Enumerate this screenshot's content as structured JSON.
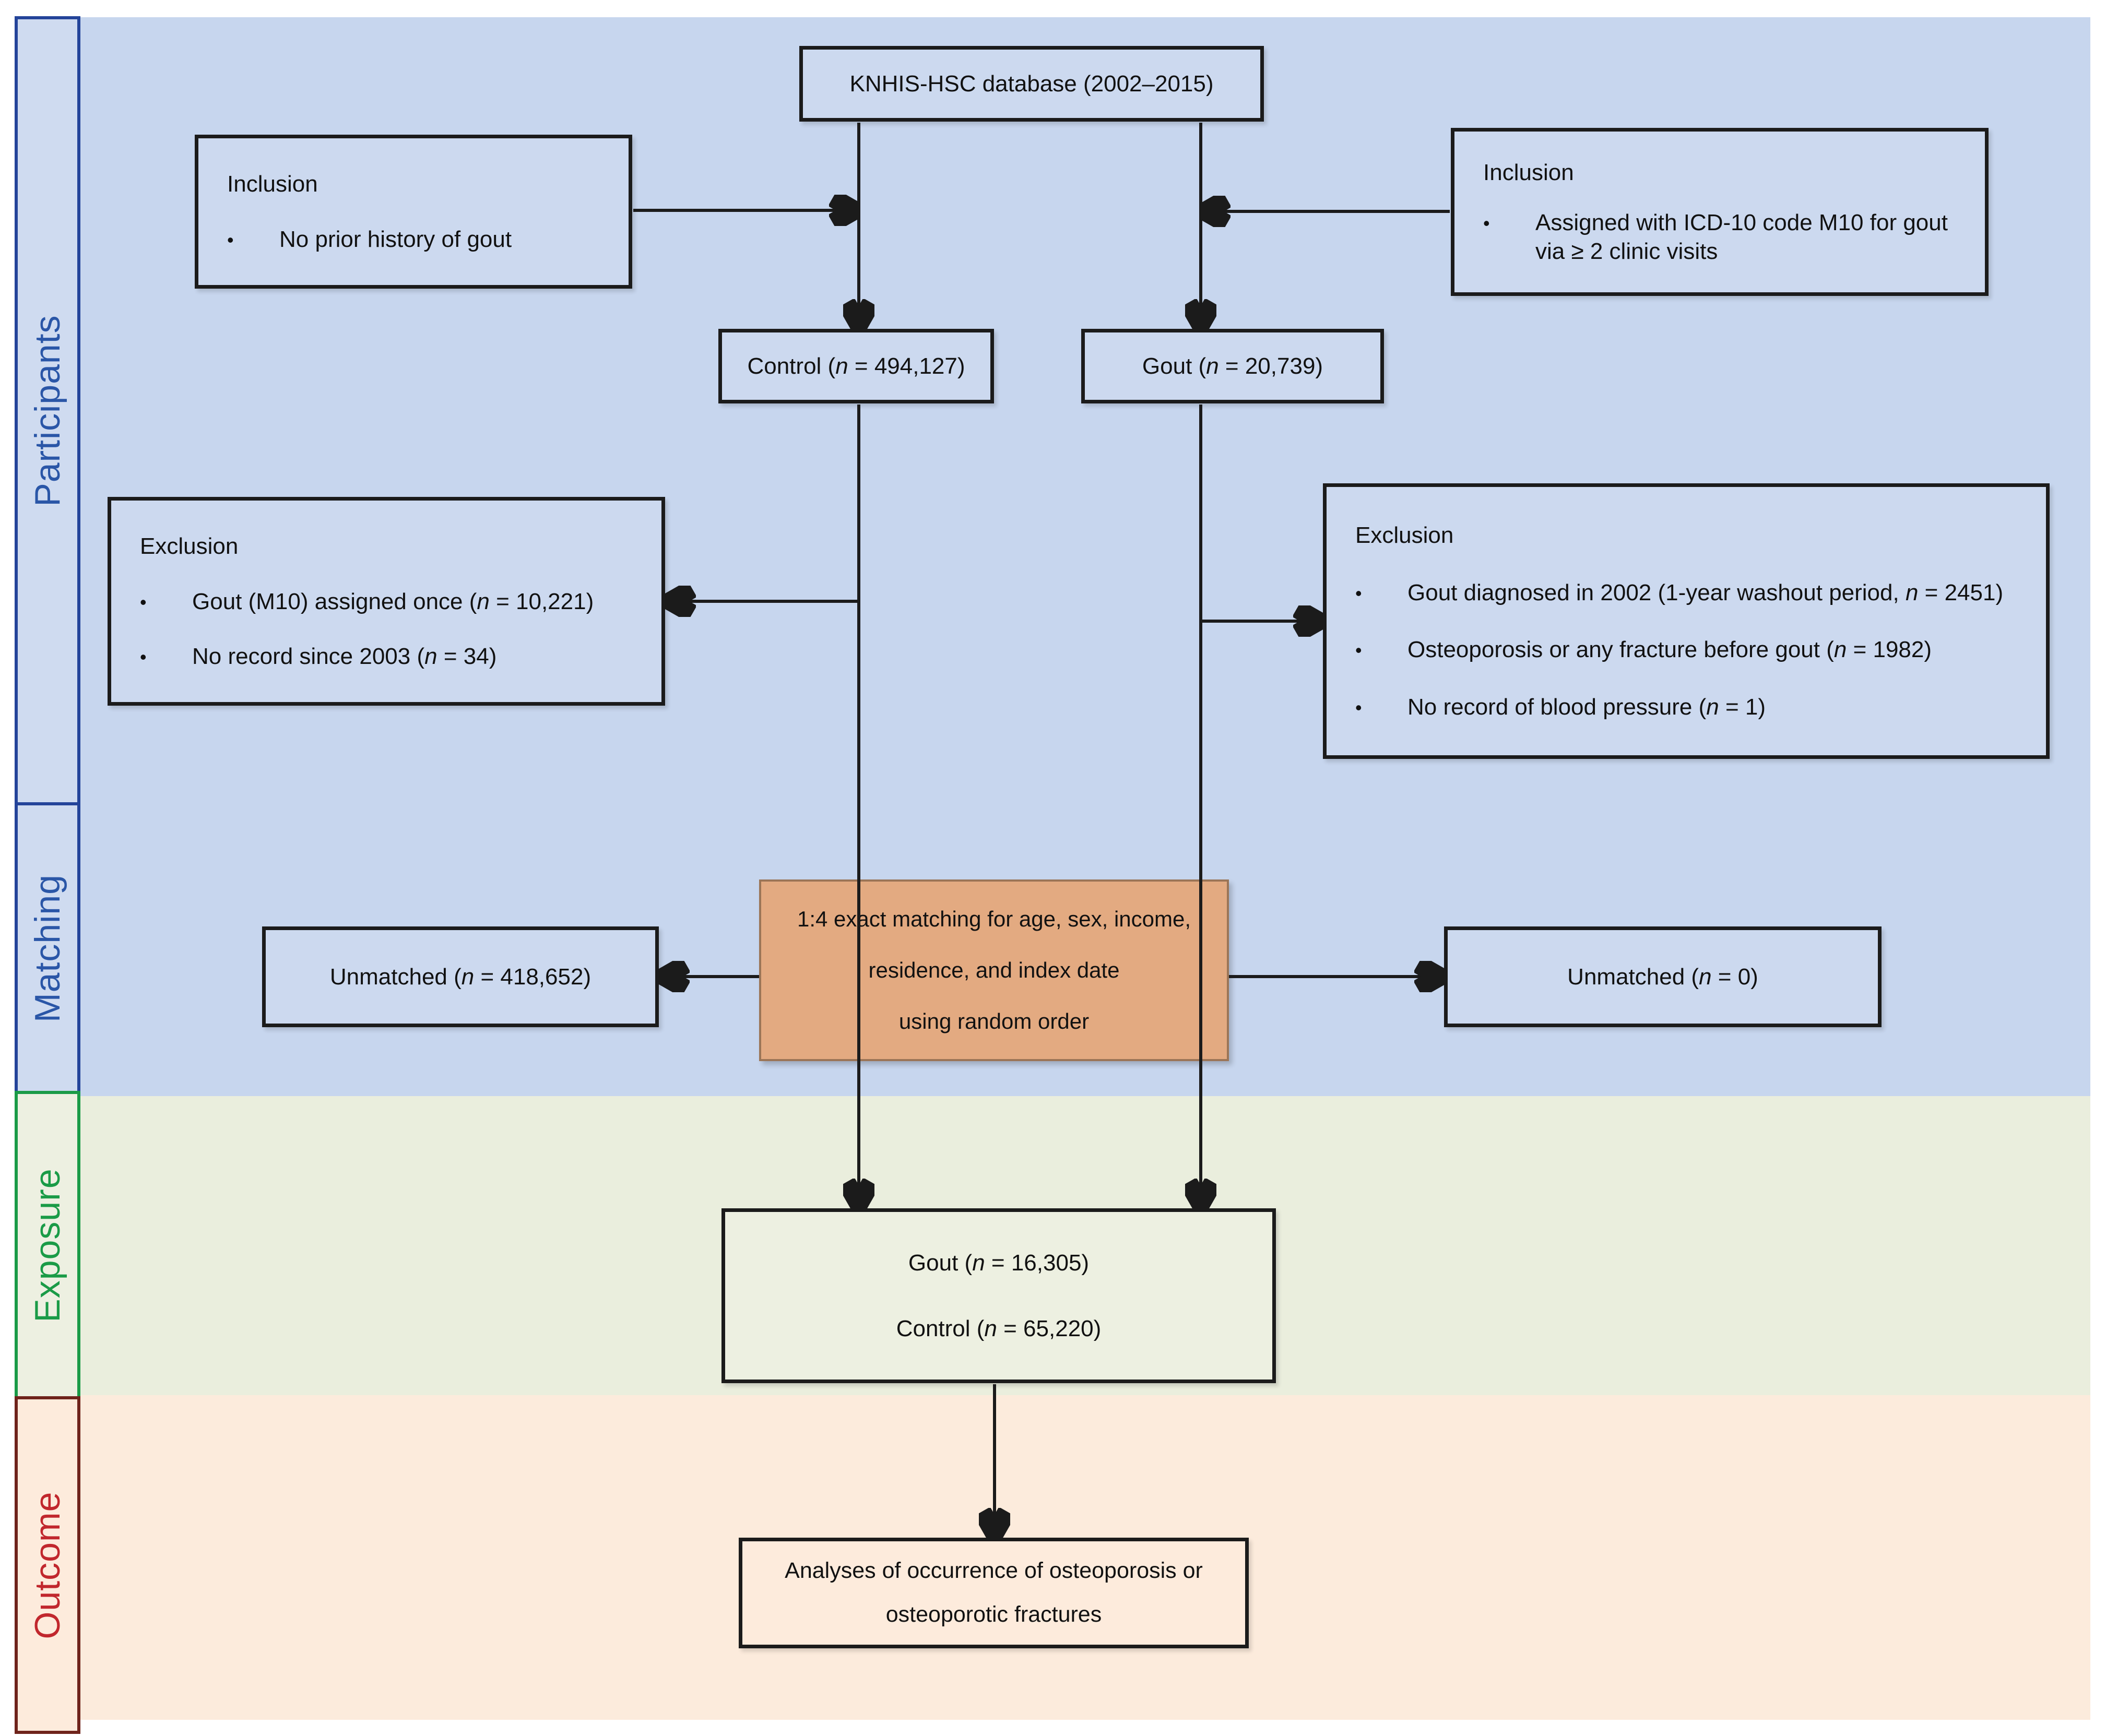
{
  "sidebar": {
    "participants": "Participants",
    "matching": "Matching",
    "exposure": "Exposure",
    "outcome": "Outcome"
  },
  "ui": {
    "bullet": "•"
  },
  "boxes": {
    "database": "KNHIS-HSC database (2002–2015)",
    "inclusion_left": {
      "title": "Inclusion",
      "bullets": [
        "No prior history of gout"
      ]
    },
    "inclusion_right": {
      "title": "Inclusion",
      "bullets": [
        "Assigned with ICD-10 code M10 for gout via ≥ 2 clinic visits"
      ]
    },
    "control": "Control (n = 494,127)",
    "gout": "Gout (n = 20,739)",
    "exclusion_left": {
      "title": "Exclusion",
      "bullets": [
        "Gout (M10) assigned once (n = 10,221)",
        "No record since 2003 (n = 34)"
      ]
    },
    "exclusion_right": {
      "title": "Exclusion",
      "bullets": [
        "Gout diagnosed in 2002 (1-year washout period, n = 2451)",
        "Osteoporosis or any fracture before gout (n = 1982)",
        "No record of blood pressure (n = 1)"
      ]
    },
    "matching": {
      "lines": [
        "1:4 exact matching for age, sex, income,",
        "residence, and index date",
        "using random order"
      ]
    },
    "unmatched_left": "Unmatched (n = 418,652)",
    "unmatched_right": "Unmatched (n = 0)",
    "exposure": {
      "lines": [
        "Gout (n = 16,305)",
        "Control (n = 65,220)"
      ]
    },
    "outcome": {
      "lines": [
        "Analyses of occurrence of osteoporosis or",
        "osteoporotic fractures"
      ]
    }
  },
  "colors": {
    "band_blue": "#c7d6ee",
    "band_green": "#eaeedd",
    "band_peach": "#fcebdc",
    "box_fill_blue": "#ccd9ef",
    "box_fill_green": "#edf0e1",
    "box_fill_peach": "#fdebdc",
    "matching_fill": "#e3aa81",
    "connector_black": "#1b1b1b",
    "participants_blue": "#2a56a7",
    "exposure_green": "#1a9b47",
    "outcome_red": "#c1272d",
    "outcome_border": "#6f231b",
    "sidebar_blue_border": "#24449a"
  }
}
